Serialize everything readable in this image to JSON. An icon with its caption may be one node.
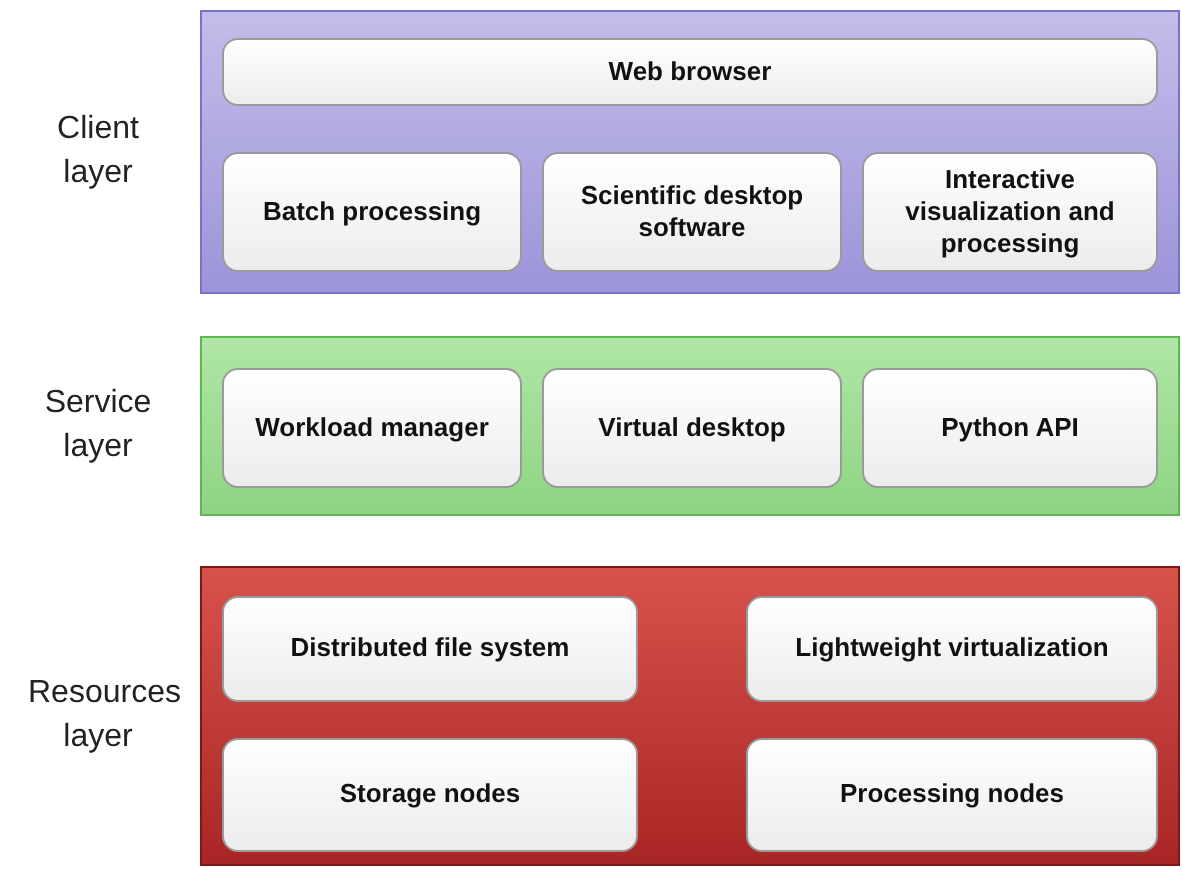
{
  "diagram": {
    "nodes": [
      {
        "text": [
          "Client layer"
        ]
      },
      {
        "text": [
          "Web browser"
        ],
        "in": 0
      },
      {
        "text": [
          "Batch processing"
        ],
        "in": 0
      },
      {
        "text": [
          "Scientific desktop software"
        ],
        "in": 0
      },
      {
        "text": [
          "Interactive visualization and processing"
        ],
        "in": 0
      },
      {
        "text": [
          "Service layer"
        ]
      },
      {
        "text": [
          "Workload manager"
        ],
        "in": 5
      },
      {
        "text": [
          "Virtual desktop"
        ],
        "in": 5
      },
      {
        "text": [
          "Python API"
        ],
        "in": 5
      },
      {
        "text": [
          "Resources layer"
        ]
      },
      {
        "text": [
          "Distributed file system"
        ],
        "in": 9
      },
      {
        "text": [
          "Lightweight virtualization"
        ],
        "in": 9
      },
      {
        "text": [
          "Storage nodes"
        ],
        "in": 9
      },
      {
        "text": [
          "Processing nodes"
        ],
        "in": 9
      }
    ]
  }
}
